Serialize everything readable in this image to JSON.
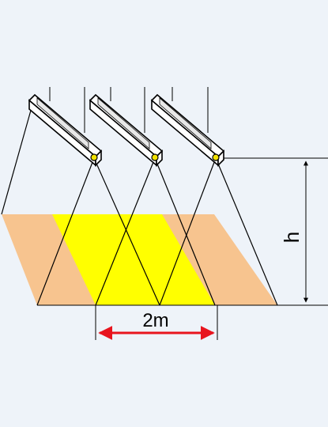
{
  "diagram": {
    "spacing_label": "2m",
    "height_label": "h",
    "luminaire_count": 3
  },
  "colors": {
    "background": "#eef3f9",
    "overlap_zone": "#ffff00",
    "single_zone": "#f7c48f",
    "spacing_arrow": "#e8141e",
    "outline": "#000000",
    "luminaire_body": "#ffffff",
    "lamp": "#f2e200"
  }
}
